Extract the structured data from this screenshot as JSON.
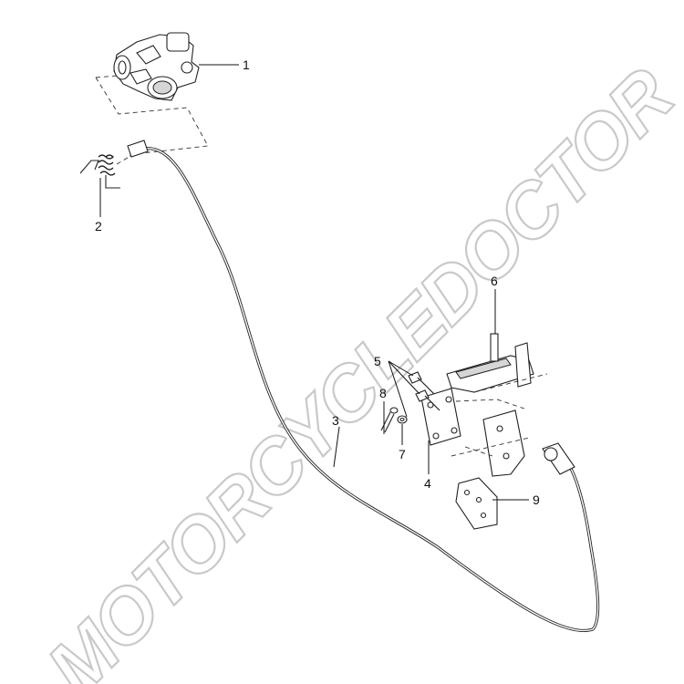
{
  "watermark": {
    "text": "MOTORCYCLEDOCTOR"
  },
  "callouts": [
    {
      "id": "1",
      "label": "1"
    },
    {
      "id": "2",
      "label": "2"
    },
    {
      "id": "3",
      "label": "3"
    },
    {
      "id": "4",
      "label": "4"
    },
    {
      "id": "5",
      "label": "5"
    },
    {
      "id": "6",
      "label": "6"
    },
    {
      "id": "7",
      "label": "7"
    },
    {
      "id": "8",
      "label": "8"
    },
    {
      "id": "9",
      "label": "9"
    }
  ],
  "colors": {
    "line": "#222222",
    "watermark_outline": "#c9c9c9",
    "background": "#ffffff"
  }
}
